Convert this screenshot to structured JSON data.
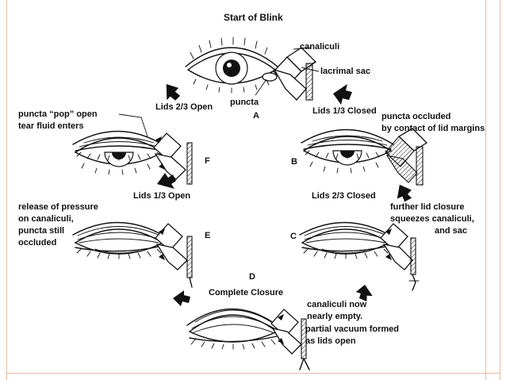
{
  "figure": {
    "title": "Start of Blink",
    "labels": {
      "canaliculi": "canaliculi",
      "lacrimal_sac": "lacrimal sac",
      "puncta": "puncta",
      "lids_1_3_closed": "Lids 1/3 Closed",
      "lids_2_3_open": "Lids 2/3 Open",
      "puncta_occluded_1": "puncta occluded",
      "puncta_occluded_2": "by contact of lid margins",
      "puncta_pop_1": "puncta “pop” open",
      "puncta_pop_2": "tear fluid enters",
      "lids_1_3_open": "Lids 1/3 Open",
      "lids_2_3_closed": "Lids 2/3 Closed",
      "release_1": "release of pressure",
      "release_2": "on canaliculi,",
      "release_3": "puncta still",
      "release_4": "occluded",
      "further_1": "further lid closure",
      "further_2": "squeezes canaliculi,",
      "further_3": "and sac",
      "complete_closure": "Complete Closure",
      "empty_1": "canaliculi now",
      "empty_2": "nearly empty.",
      "vacuum_1": "partial vacuum formed",
      "vacuum_2": "as lids open"
    },
    "stages": {
      "a": "A",
      "b": "B",
      "c": "C",
      "d": "D",
      "e": "E",
      "f": "F"
    }
  }
}
